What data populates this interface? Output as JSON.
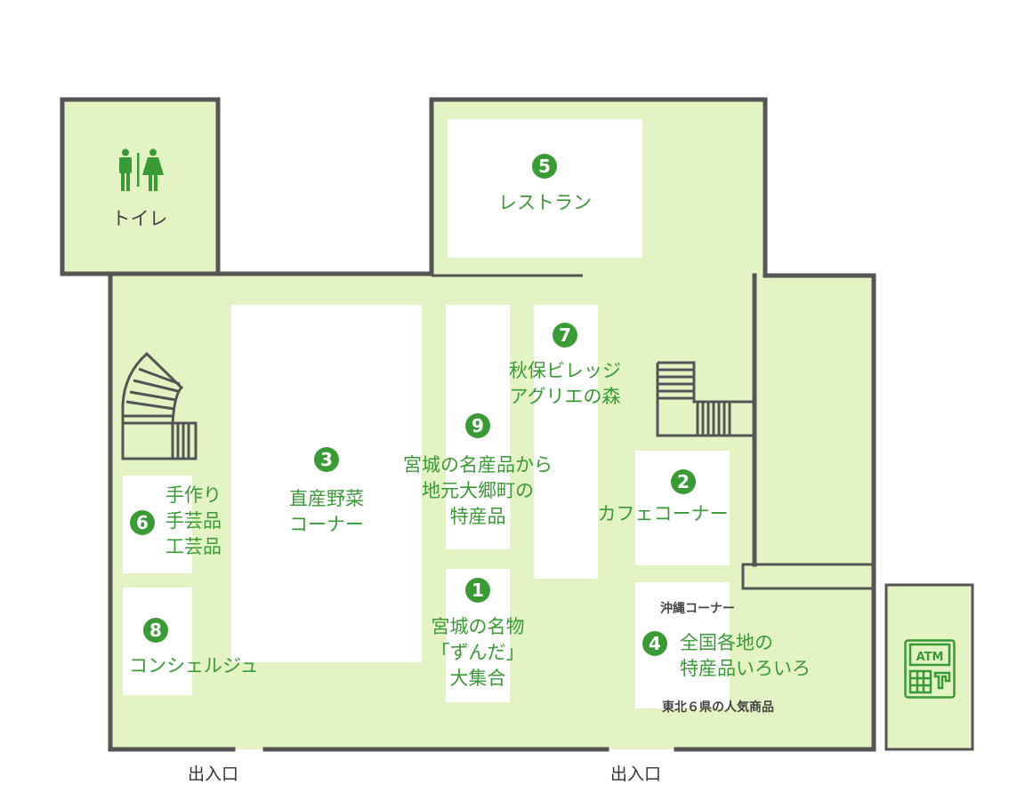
{
  "colors": {
    "floor": "#e3f3c4",
    "wall": "#555555",
    "accent": "#3a9a35"
  },
  "restroom": {
    "label": "トイレ",
    "icon": "restroom-icon"
  },
  "areas": [
    {
      "number": "5",
      "label": "レストラン"
    },
    {
      "number": "7",
      "lines": [
        "秋保ビレッジ",
        "アグリエの森"
      ]
    },
    {
      "number": "9",
      "lines": [
        "宮城の名産品から",
        "地元大郷町の",
        "特産品"
      ]
    },
    {
      "number": "3",
      "lines": [
        "直産野菜",
        "コーナー"
      ]
    },
    {
      "number": "2",
      "label": "カフェコーナー"
    },
    {
      "number": "6",
      "lines": [
        "手作り",
        "手芸品",
        "工芸品"
      ]
    },
    {
      "number": "8",
      "label": "コンシェルジュ"
    },
    {
      "number": "1",
      "lines": [
        "宮城の名物",
        "「ずんだ」",
        "大集合"
      ]
    },
    {
      "number": "4",
      "lines": [
        "全国各地の",
        "特産品いろいろ"
      ],
      "sub_top": "沖縄コーナー",
      "sub_bottom": "東北６県の人気商品"
    }
  ],
  "entrances": [
    "出入口",
    "出入口"
  ],
  "atm": {
    "label": "ATM",
    "icon": "atm-icon"
  }
}
